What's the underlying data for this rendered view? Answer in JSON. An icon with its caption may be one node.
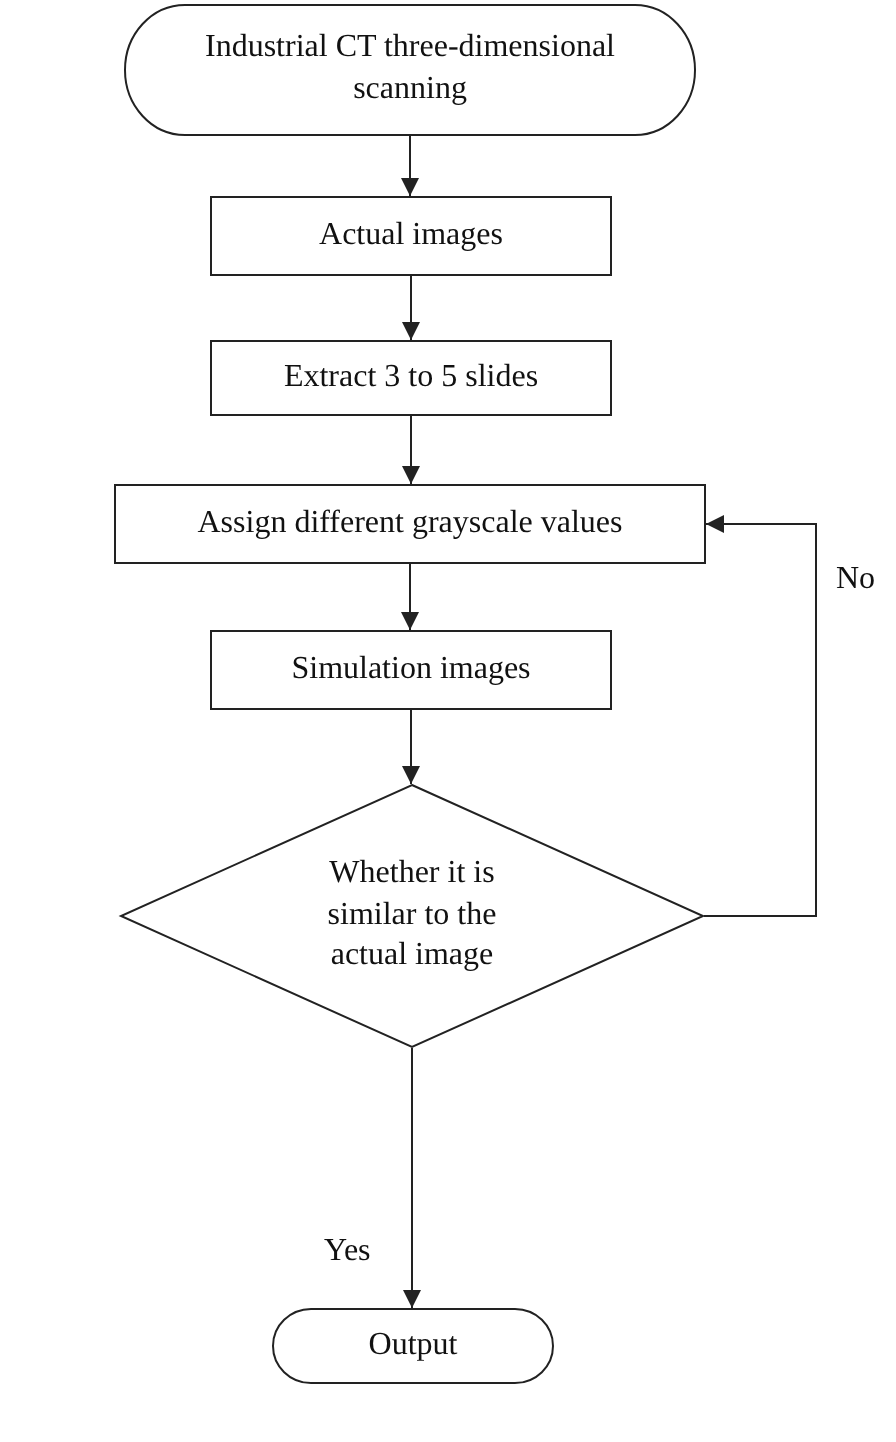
{
  "diagram": {
    "nodes": [
      {
        "text": [
          "Industrial CT three-dimensional scanning"
        ]
      },
      {
        "text": [
          "Actual images"
        ]
      },
      {
        "text": [
          "Extract 3 to 5 slides"
        ]
      },
      {
        "text": [
          "Assign different grayscale values"
        ]
      },
      {
        "text": [
          "Simulation images"
        ]
      },
      {
        "text": [
          "Whether it is similar to the actual image"
        ]
      },
      {
        "text": [
          "Output"
        ]
      }
    ],
    "edges": [
      {
        "from": 0,
        "to": 1,
        "arrow": "to"
      },
      {
        "from": 1,
        "to": 2,
        "arrow": "to"
      },
      {
        "from": 2,
        "to": 3,
        "arrow": "to"
      },
      {
        "from": 3,
        "to": 4,
        "arrow": "to"
      },
      {
        "from": 4,
        "to": 5,
        "arrow": "to"
      },
      {
        "from": 5,
        "to": 3,
        "arrow": "to",
        "label": "No"
      },
      {
        "from": 5,
        "to": 6,
        "arrow": "to",
        "label": "Yes"
      }
    ]
  }
}
